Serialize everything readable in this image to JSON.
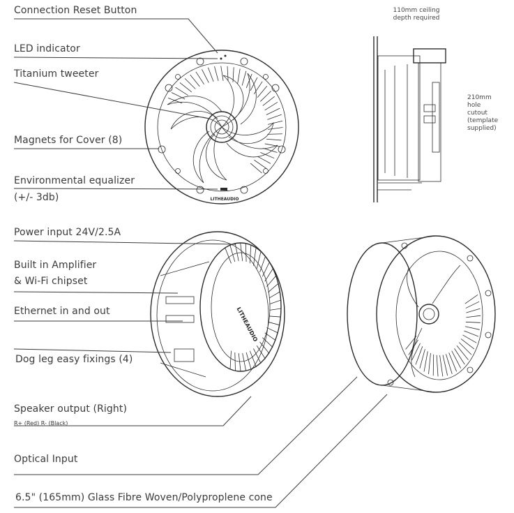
{
  "labels": {
    "reset": "Connection Reset Button",
    "led": "LED indicator",
    "tweeter": "Titanium tweeter",
    "magnets": "Magnets for Cover (8)",
    "equalizer_1": "Environmental equalizer",
    "equalizer_2": "(+/- 3db)",
    "power": "Power input 24V/2.5A",
    "amp_1": "Built in Amplifier",
    "amp_2": "& Wi-Fi chipset",
    "ethernet": "Ethernet in and out",
    "dogleg": "Dog leg easy fixings (4)",
    "speaker_out": "Speaker output (Right)",
    "speaker_polarity": "R+ (Red)   R- (Black)",
    "optical": "Optical Input",
    "cone": "6.5\" (165mm) Glass Fibre Woven/Polyproplene cone"
  },
  "notes": {
    "depth_1": "110mm ceiling",
    "depth_2": "depth required",
    "hole_1": "210mm",
    "hole_2": "hole",
    "hole_3": "cutout",
    "hole_4": "(template",
    "hole_5": "supplied)"
  },
  "brand": "LITHEAUDIO"
}
